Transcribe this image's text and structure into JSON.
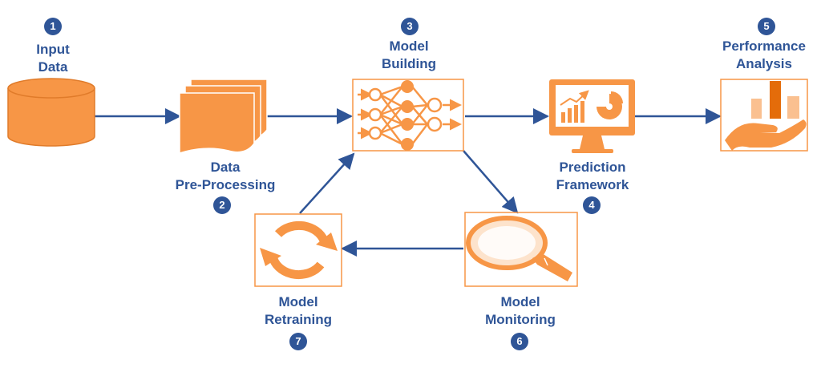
{
  "colors": {
    "accent": "#f79646",
    "accent_light": "#fac090",
    "arrow": "#2f5597",
    "label": "#2f5597",
    "badge": "#2f5597"
  },
  "steps": [
    {
      "number": "1",
      "line1": "Input",
      "line2": "Data",
      "icon": "database-icon"
    },
    {
      "number": "2",
      "line1": "Data",
      "line2": "Pre-Processing",
      "icon": "documents-icon"
    },
    {
      "number": "3",
      "line1": "Model",
      "line2": "Building",
      "icon": "neural-network-icon"
    },
    {
      "number": "4",
      "line1": "Prediction",
      "line2": "Framework",
      "icon": "monitor-chart-icon"
    },
    {
      "number": "5",
      "line1": "Performance",
      "line2": "Analysis",
      "icon": "hand-bar-chart-icon"
    },
    {
      "number": "6",
      "line1": "Model",
      "line2": "Monitoring",
      "icon": "magnifier-icon"
    },
    {
      "number": "7",
      "line1": "Model",
      "line2": "Retraining",
      "icon": "refresh-cycle-icon"
    }
  ]
}
